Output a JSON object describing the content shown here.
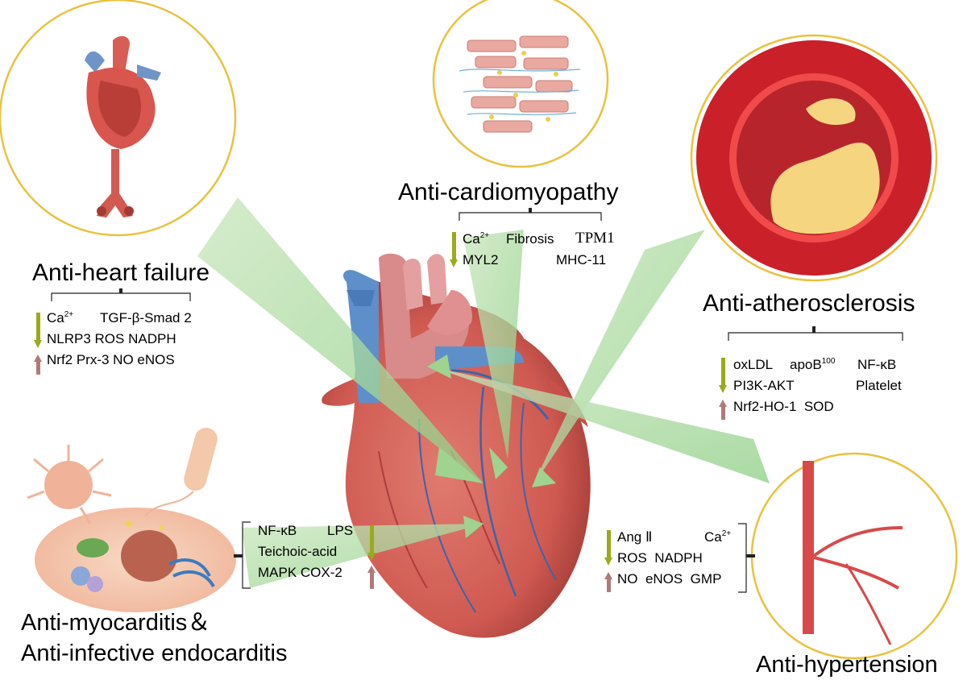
{
  "colors": {
    "ring": "#e9c23e",
    "beam": "#a9d49a",
    "down_arrow": "#9aaa1c",
    "up_arrow": "#b07a7a"
  },
  "icons": [
    "heart-anatomy-icon",
    "tissue-fibrosis-icon",
    "artery-plaque-icon",
    "cell-bacteria-icon",
    "blood-vessel-icon",
    "central-heart-icon"
  ],
  "panels": {
    "heart_failure": {
      "title": "Anti-heart failure",
      "down": [
        [
          "Ca",
          "2+",
          "TGF-β-Smad 2"
        ],
        [
          "NLRP3 ROS NADPH"
        ]
      ],
      "up": [
        "Nrf2 Prx-3 NO eNOS"
      ]
    },
    "cardiomyopathy": {
      "title": "Anti-cardiomyopathy",
      "down": [
        [
          "Ca",
          "2+",
          "Fibrosis",
          "TPM1"
        ],
        [
          "MYL2",
          "MHC-11"
        ]
      ]
    },
    "atherosclerosis": {
      "title": "Anti-atherosclerosis",
      "down": [
        [
          "oxLDL",
          "apoB",
          "100",
          "NF-κB"
        ],
        [
          "PI3K-AKT",
          "Platelet"
        ]
      ],
      "up": [
        "Nrf2-HO-1  SOD"
      ]
    },
    "myocarditis": {
      "title_line1": "Anti-myocarditis＆",
      "title_line2": "Anti-infective endocarditis",
      "items": [
        [
          "NF-κB",
          "LPS"
        ],
        [
          "Teichoic-acid"
        ],
        [
          "MAPK COX-2"
        ]
      ]
    },
    "hypertension": {
      "title": "Anti-hypertension",
      "down": [
        [
          "Ang Ⅱ",
          "Ca",
          "2+"
        ],
        [
          "ROS  NADPH"
        ]
      ],
      "up": [
        "NO  eNOS  GMP"
      ]
    }
  }
}
